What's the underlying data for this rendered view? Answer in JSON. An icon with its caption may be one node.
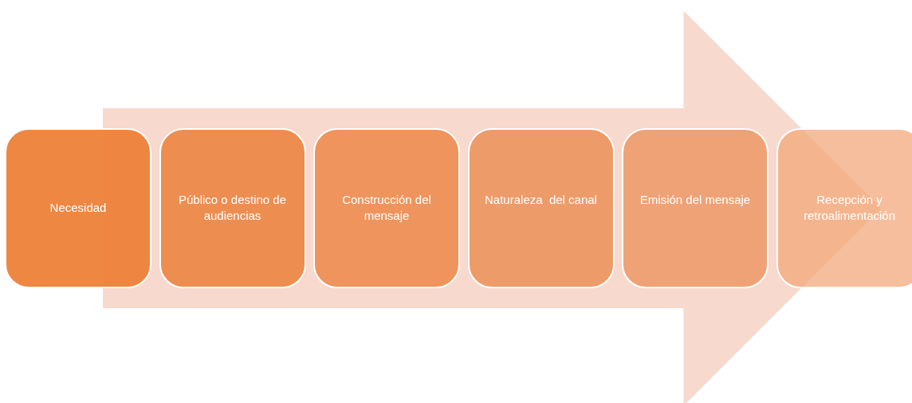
{
  "diagram": {
    "nodes": [
      {
        "text": [
          "Necesidad"
        ]
      },
      {
        "text": [
          "Público o destino de audiencias"
        ]
      },
      {
        "text": [
          "Construcción del mensaje"
        ]
      },
      {
        "text": [
          "Naturaleza  del canal"
        ]
      },
      {
        "text": [
          "Emisión del mensaje"
        ]
      },
      {
        "text": [
          "Recepción y retroalimentación"
        ]
      }
    ],
    "edges": [
      {
        "from": 0,
        "to": 5,
        "arrow": "to",
        "style": "thick"
      }
    ]
  }
}
